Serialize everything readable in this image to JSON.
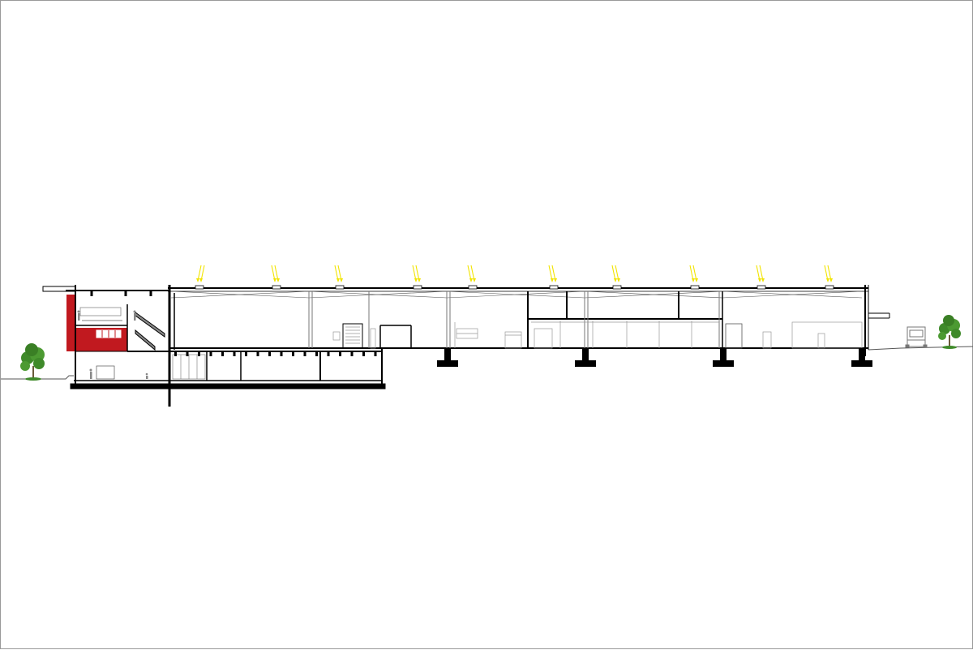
{
  "drawing": {
    "type": "building-cross-section",
    "text_labels": [],
    "colors": {
      "background": "#ffffff",
      "frame": "#9a9a9a",
      "line": "#000000",
      "thin_line": "#555555",
      "sun_arrows": "#f2e400",
      "accent_panel": "#c1191f",
      "tree_green": "#3f8a2a",
      "tree_trunk": "#6b5a3a"
    },
    "elements": {
      "skylight_count": 10,
      "foundation_pier_count": 4,
      "tree_count": 2,
      "truck_count": 1
    }
  }
}
